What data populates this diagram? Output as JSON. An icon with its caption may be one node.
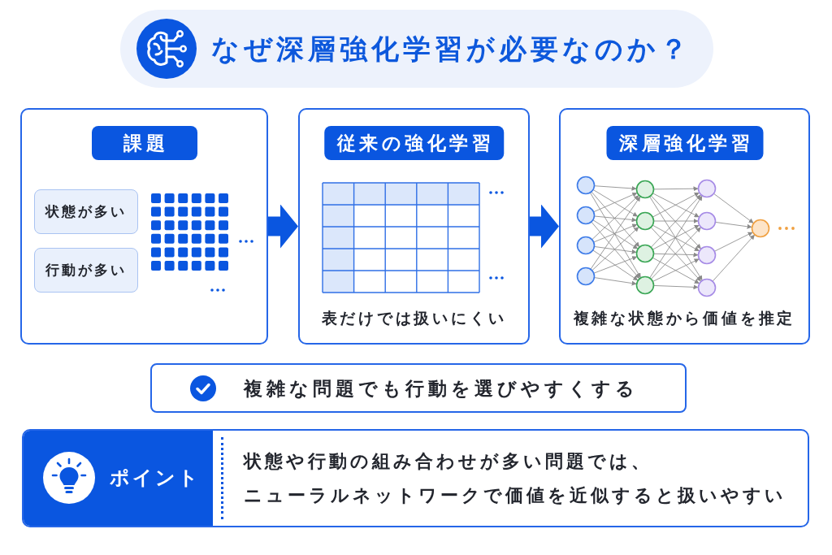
{
  "diagram": {
    "title": "なぜ深層強化学習が必要なのか？",
    "nodes": [
      {
        "text": [
          "課題"
        ]
      },
      {
        "text": [
          "状態が多い"
        ],
        "in": 0
      },
      {
        "text": [
          "行動が多い"
        ],
        "in": 0
      },
      {
        "text": [
          "従来の強化学習",
          "表だけでは扱いにくい"
        ]
      },
      {
        "text": [
          "深層強化学習",
          "複雑な状態から価値を推定"
        ]
      },
      {
        "text": [
          "複雑な問題でも行動を選びやすくする"
        ]
      },
      {
        "text": [
          "ポイント",
          "状態や行動の組み合わせが多い問題では、ニューラルネットワークで価値を近似すると扱いやすい"
        ]
      }
    ],
    "edges": [
      {
        "from": 0,
        "to": 3,
        "arrow": "to"
      },
      {
        "from": 3,
        "to": 4,
        "arrow": "to"
      }
    ]
  }
}
